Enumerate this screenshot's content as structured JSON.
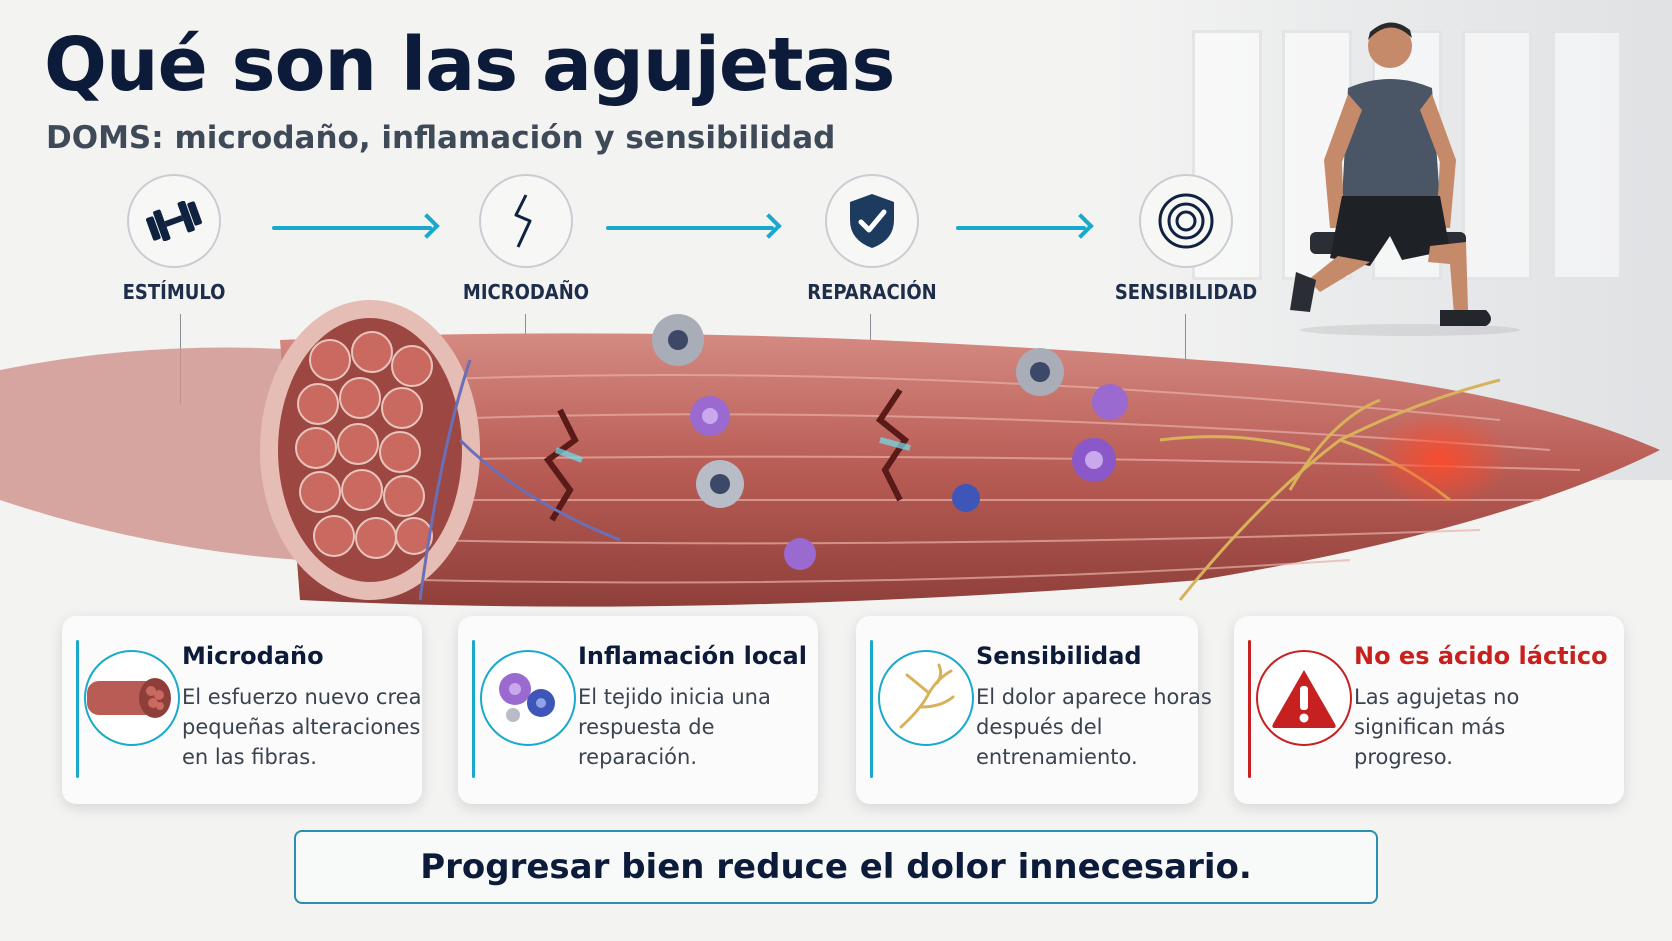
{
  "header": {
    "title": "Qué son las agujetas",
    "subtitle": "DOMS: microdaño, inflamación y sensibilidad"
  },
  "steps": [
    {
      "label": "ESTÍMULO",
      "icon": "dumbbell-icon"
    },
    {
      "label": "MICRODAÑO",
      "icon": "lightning-icon"
    },
    {
      "label": "REPARACIÓN",
      "icon": "shield-check-icon"
    },
    {
      "label": "SENSIBILIDAD",
      "icon": "target-icon"
    }
  ],
  "cards": [
    {
      "title": "Microdaño",
      "text": "El esfuerzo nuevo crea pequeñas alteraciones en las fibras.",
      "icon": "muscle-fiber-icon"
    },
    {
      "title": "Inflamación local",
      "text": "El tejido inicia una respuesta de reparación.",
      "icon": "immune-cells-icon"
    },
    {
      "title": "Sensibilidad",
      "text": "El dolor aparece horas después del entrenamiento.",
      "icon": "nerve-icon"
    },
    {
      "title": "No es ácido láctico",
      "text": "Las agujetas no significan más progreso.",
      "icon": "warning-icon"
    }
  ],
  "footer": {
    "message": "Progresar bien reduce el dolor innecesario."
  },
  "colors": {
    "accent": "#19a9cc",
    "title": "#0d1b3a",
    "warning": "#c72020",
    "muscle": "#b8605a"
  }
}
